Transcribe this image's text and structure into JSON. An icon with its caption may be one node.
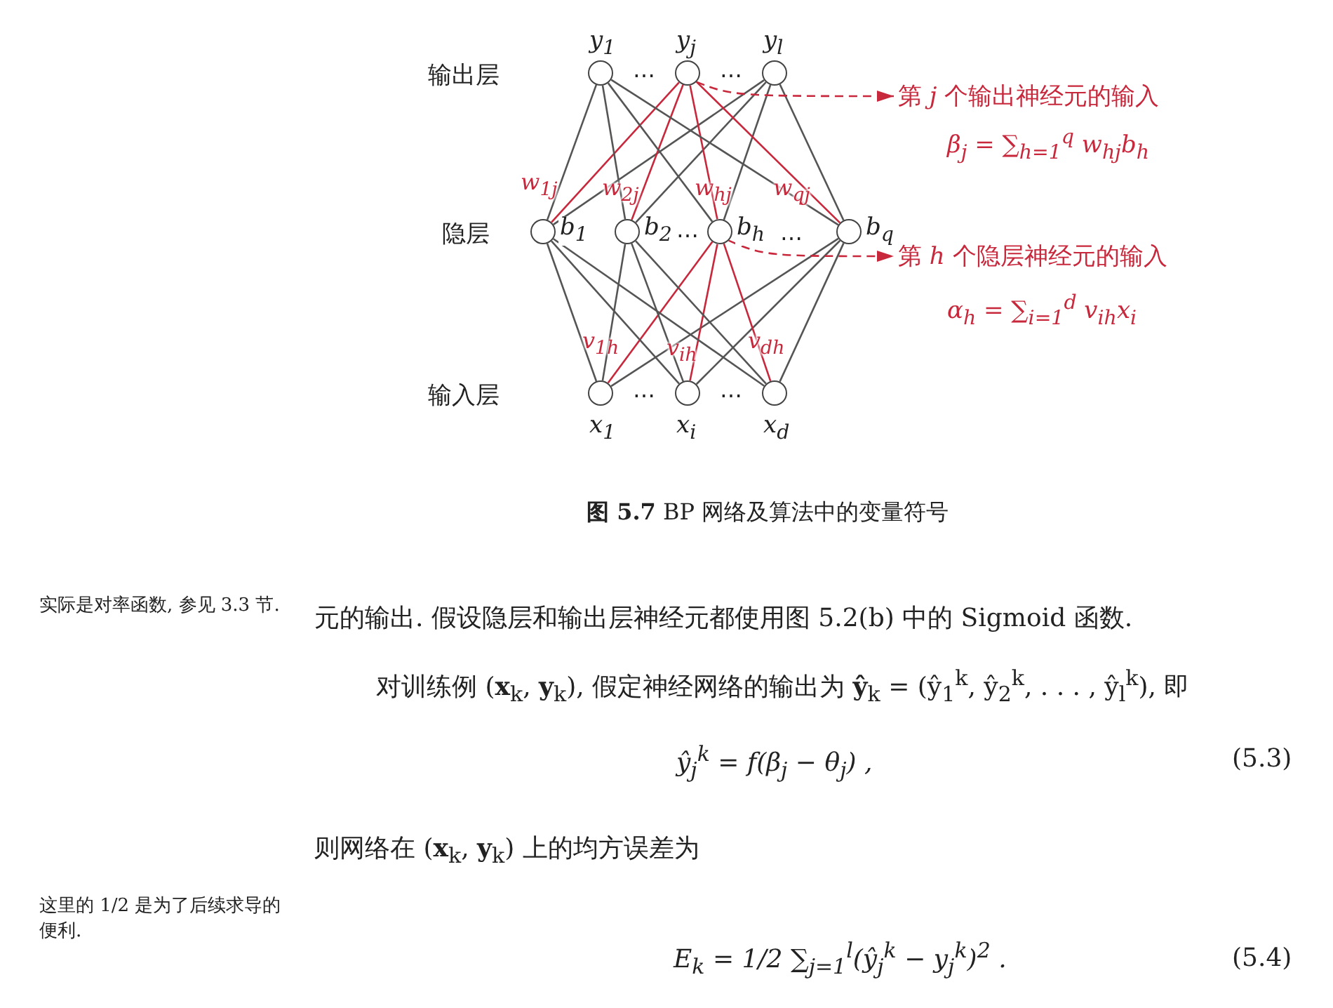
{
  "diagram": {
    "caption": "**图 5.7** BP 网络及算法中的变量符号",
    "nodes": [
      {
        "text": [
          "y$_{1}$"
        ]
      },
      {
        "text": [
          "y$_{j}$"
        ]
      },
      {
        "text": [
          "y$_{l}$"
        ]
      },
      {
        "text": [
          "b$_{1}$"
        ]
      },
      {
        "text": [
          "b$_{2}$"
        ]
      },
      {
        "text": [
          "b$_{h}$"
        ]
      },
      {
        "text": [
          "b$_{q}$"
        ]
      },
      {
        "text": [
          "x$_{1}$"
        ]
      },
      {
        "text": [
          "x$_{i}$"
        ]
      },
      {
        "text": [
          "x$_{d}$"
        ]
      },
      {
        "text": [
          "第 *j* 个输出神经元的输入"
        ]
      },
      {
        "text": [
          "第 *h* 个隐层神经元的输入"
        ]
      }
    ],
    "edges": [
      {
        "from": 3,
        "to": 0,
        "arrow": "none"
      },
      {
        "from": 3,
        "to": 1,
        "arrow": "none",
        "label": "w$_{1j}$",
        "color": "#c8283c"
      },
      {
        "from": 3,
        "to": 2,
        "arrow": "none"
      },
      {
        "from": 4,
        "to": 0,
        "arrow": "none"
      },
      {
        "from": 4,
        "to": 1,
        "arrow": "none",
        "label": "w$_{2j}$",
        "color": "#c8283c"
      },
      {
        "from": 4,
        "to": 2,
        "arrow": "none"
      },
      {
        "from": 5,
        "to": 0,
        "arrow": "none"
      },
      {
        "from": 5,
        "to": 1,
        "arrow": "none",
        "label": "w$_{hj}$",
        "color": "#c8283c"
      },
      {
        "from": 5,
        "to": 2,
        "arrow": "none"
      },
      {
        "from": 6,
        "to": 0,
        "arrow": "none"
      },
      {
        "from": 6,
        "to": 1,
        "arrow": "none",
        "label": "w$_{qj}$",
        "color": "#c8283c"
      },
      {
        "from": 6,
        "to": 2,
        "arrow": "none"
      },
      {
        "from": 7,
        "to": 3,
        "arrow": "none"
      },
      {
        "from": 7,
        "to": 4,
        "arrow": "none"
      },
      {
        "from": 7,
        "to": 5,
        "arrow": "none",
        "label": "v$_{1h}$",
        "color": "#c8283c"
      },
      {
        "from": 7,
        "to": 6,
        "arrow": "none"
      },
      {
        "from": 8,
        "to": 3,
        "arrow": "none"
      },
      {
        "from": 8,
        "to": 4,
        "arrow": "none"
      },
      {
        "from": 8,
        "to": 5,
        "arrow": "none",
        "label": "v$_{ih}$",
        "color": "#c8283c"
      },
      {
        "from": 8,
        "to": 6,
        "arrow": "none"
      },
      {
        "from": 9,
        "to": 3,
        "arrow": "none"
      },
      {
        "from": 9,
        "to": 4,
        "arrow": "none"
      },
      {
        "from": 9,
        "to": 5,
        "arrow": "none",
        "label": "v$_{dh}$",
        "color": "#c8283c"
      },
      {
        "from": 9,
        "to": 6,
        "arrow": "none"
      },
      {
        "from": 1,
        "to": 10,
        "arrow": "to",
        "style": "dashed",
        "color": "#c8283c"
      },
      {
        "from": 5,
        "to": 11,
        "arrow": "to",
        "style": "dashed",
        "color": "#c8283c"
      }
    ],
    "labels": [
      "输出层",
      "⋯",
      "⋯",
      "β$_{j}$ = ∑$_{h=1}$$^{q}$ w$_{hj}$b$_{h}$",
      "隐层",
      "⋯",
      "⋯",
      "α$_{h}$ = ∑$_{i=1}$$^{d}$ v$_{ih}$x$_{i}$",
      "输入层",
      "⋯",
      "⋯",
      "实际是对率函数, 参见 3.3 节.",
      "元的输出. 假设隐层和输出层神经元都使用图 5.2(b) 中的 Sigmoid 函数.",
      "对训练例 (**x**$_{k}$, **y**$_{k}$), 假定神经网络的输出为 **ŷ**$_{k}$ = (ŷ$_{1}$$^{k}$, ŷ$_{2}$$^{k}$, . . . , ŷ$_{l}$$^{k}$), 即",
      "ŷ$_{j}$$^{k}$ = f(β$_{j}$ − θ$_{j}$) ,",
      "(5.3)",
      "则网络在 (**x**$_{k}$, **y**$_{k}$) 上的均方误差为",
      "这里的 1/2 是为了后续求导的便利.",
      "E$_{k}$ = 1/2 ∑$_{j=1}$$^{l}$(ŷ$_{j}$$^{k}$ − y$_{j}$$^{k}$)$^{2}$ .",
      "(5.4)"
    ]
  }
}
